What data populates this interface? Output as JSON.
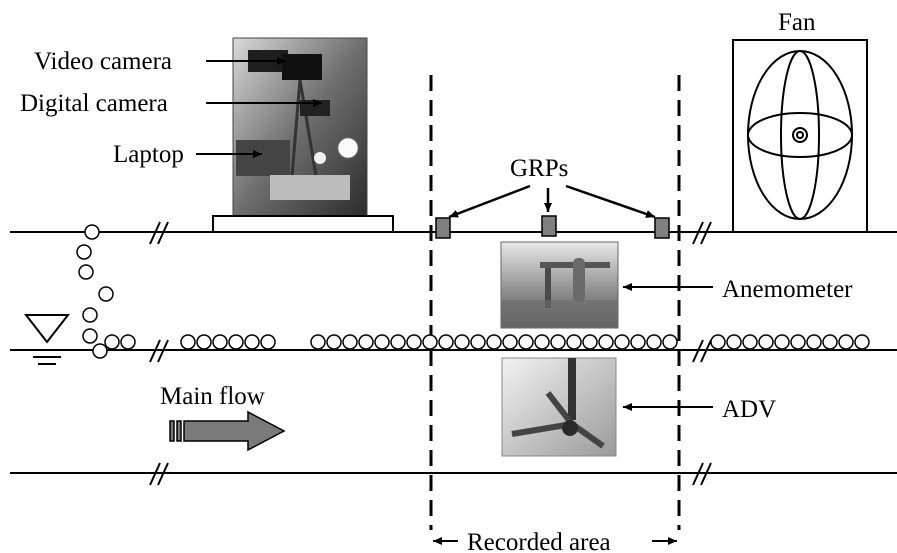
{
  "labels": {
    "video_camera": "Video camera",
    "digital_camera": "Digital camera",
    "laptop": "Laptop",
    "fan": "Fan",
    "grps": "GRPs",
    "anemometer": "Anemometer",
    "adv": "ADV",
    "main_flow": "Main flow",
    "recorded_area": "Recorded area"
  },
  "colors": {
    "line": "#000000",
    "grp_marker": "#808080",
    "flow_arrow": "#7a7a7a"
  },
  "icons": {
    "water_surface": "inverted-triangle-water-level-symbol",
    "break_mark": "double-slash-break-symbol",
    "bubble": "circle-outline"
  }
}
